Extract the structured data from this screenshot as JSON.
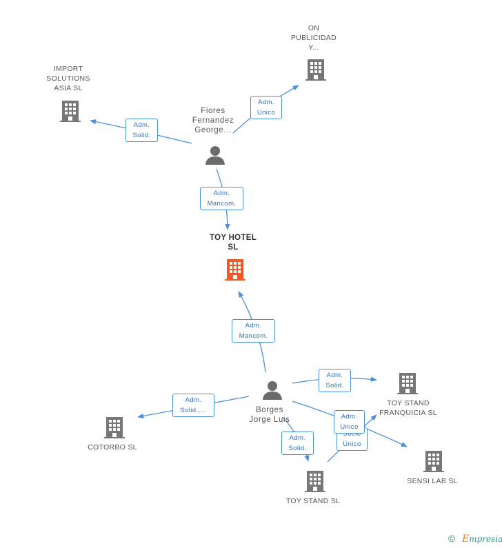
{
  "colors": {
    "edge": "#4a90d9",
    "company": "#777777",
    "main_company": "#f05a28",
    "person": "#6b6b6b",
    "brand": "#2a9a8f",
    "brand_accent": "#e8801e"
  },
  "nodes": {
    "toy_hotel": {
      "lines": [
        "TOY HOTEL",
        "SL"
      ],
      "icon": "building-icon-highlighted"
    },
    "on_publicidad": {
      "lines": [
        "ON",
        "PUBLICIDAD",
        "Y..."
      ],
      "icon": "building-icon"
    },
    "import_solutions": {
      "lines": [
        "IMPORT",
        "SOLUTIONS",
        "ASIA SL"
      ],
      "icon": "building-icon"
    },
    "fiores": {
      "lines": [
        "Fiores",
        "Fernandez",
        "George..."
      ],
      "icon": "person-icon"
    },
    "borges": {
      "lines": [
        "Borges",
        "Jorge Luis"
      ],
      "icon": "person-icon"
    },
    "toy_stand_franquicia": {
      "lines": [
        "TOY STAND",
        "FRANQUICIA SL"
      ],
      "icon": "building-icon"
    },
    "cotorbo": {
      "lines": [
        "COTORBO SL"
      ],
      "icon": "building-icon"
    },
    "sensi_lab": {
      "lines": [
        "SENSI LAB SL"
      ],
      "icon": "building-icon"
    },
    "toy_stand": {
      "lines": [
        "TOY STAND SL"
      ],
      "icon": "building-icon"
    }
  },
  "relations": {
    "fiores_on": [
      "Adm.",
      "Unico"
    ],
    "fiores_import": [
      "Adm.",
      "Solid."
    ],
    "fiores_hotel": [
      "Adm.",
      "Mancom."
    ],
    "borges_hotel": [
      "Adm.",
      "Mancom."
    ],
    "borges_franquicia": [
      "Adm.",
      "Solid."
    ],
    "borges_cotorbo": [
      "Adm.",
      "Solid.,..."
    ],
    "borges_sensi_back": [
      "Socio",
      "Único"
    ],
    "borges_sensi": [
      "Adm.",
      "Unico"
    ],
    "borges_toystand": [
      "Adm.",
      "Solid."
    ]
  },
  "footer": {
    "copyright": "©",
    "brand_first": "E",
    "brand_rest": "mpresia"
  }
}
